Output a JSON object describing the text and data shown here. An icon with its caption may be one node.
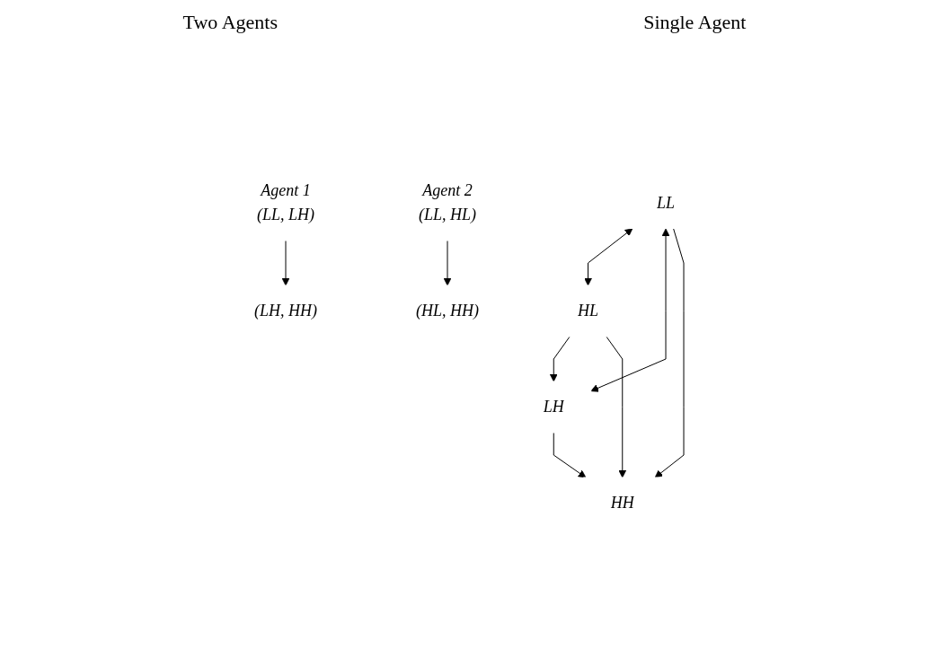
{
  "diagram": {
    "nodes": [
      {
        "text": [
          "LL"
        ]
      },
      {
        "text": [
          "HL"
        ]
      },
      {
        "text": [
          "LH"
        ]
      },
      {
        "text": [
          "HH"
        ]
      },
      {
        "text": [
          "Agent 1",
          "(LL, LH)"
        ]
      },
      {
        "text": [
          "Agent 2",
          "(LL, HL)"
        ]
      },
      {
        "text": [
          "(LH, HH)"
        ]
      },
      {
        "text": [
          "(HL, HH)"
        ]
      }
    ],
    "edges": [
      {
        "from": 0,
        "to": 1,
        "arrow": "both"
      },
      {
        "from": 0,
        "to": 2,
        "arrow": "both"
      },
      {
        "from": 0,
        "to": 3,
        "arrow": "to"
      },
      {
        "from": 1,
        "to": 2,
        "arrow": "to"
      },
      {
        "from": 1,
        "to": 3,
        "arrow": "to"
      },
      {
        "from": 2,
        "to": 3,
        "arrow": "to"
      },
      {
        "from": 4,
        "to": 6,
        "arrow": "to"
      },
      {
        "from": 5,
        "to": 7,
        "arrow": "to"
      }
    ],
    "labels": [
      "Single Agent",
      "Two Agents"
    ]
  }
}
